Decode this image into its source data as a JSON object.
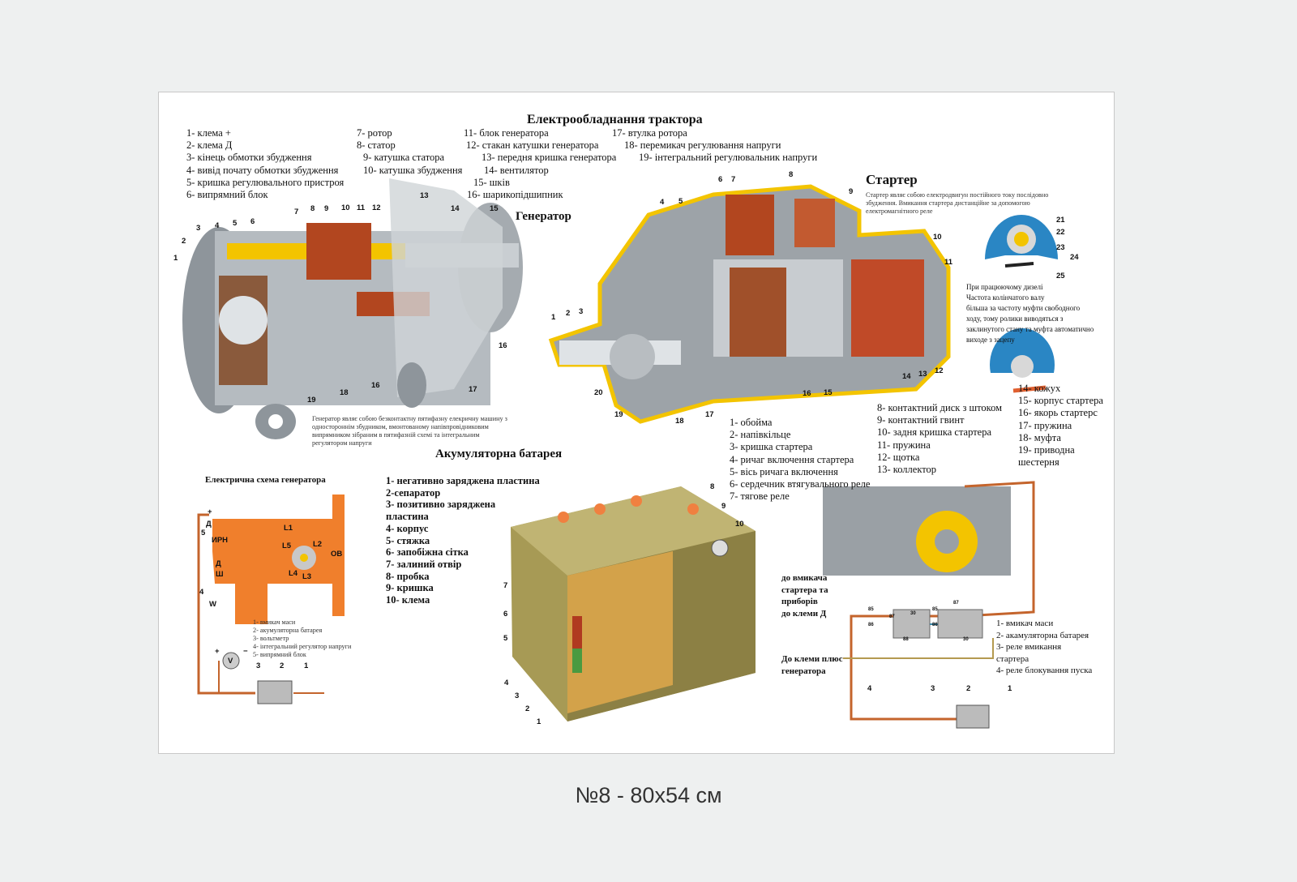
{
  "title": "Електрообладнання трактора",
  "caption": "№8 - 80х54 см",
  "generator": {
    "heading": "Генератор",
    "legend": [
      [
        "1- клема +",
        "2- клема Д",
        "3- кінець обмотки збудження",
        "4- вивід почату обмотки збудження",
        "5- кришка регулювального пристроя",
        "6- випрямний блок"
      ],
      [
        "7- ротор",
        "8- статор",
        "9- катушка статора",
        "10- катушка збудження"
      ],
      [
        "11- блок генератора",
        "12- стакан катушки генератора",
        "13- передня кришка генератора",
        "14- вентилятор",
        "15- шків",
        "16- шарикопідшипник"
      ],
      [
        "17- втулка ротора",
        "18- перемикач регулювання напруги",
        "19- інтегральний регулювальник напруги"
      ]
    ],
    "description": [
      "Генератор являє собою безконтактну пятифазну елекричну машину з",
      "одностороннім збудником, вмонтованому напівпровідниковим",
      "випрямником зібраним в пятифазній схемі та інтегральним",
      "регулятором напруги"
    ],
    "callouts": [
      "1",
      "2",
      "3",
      "4",
      "5",
      "6",
      "7",
      "8",
      "9",
      "10",
      "11",
      "12",
      "13",
      "14",
      "15",
      "16",
      "16",
      "17",
      "18",
      "19"
    ]
  },
  "starter": {
    "heading": "Стартер",
    "description": [
      "Стартер являє собою електродвигун постійного току послідовно",
      "збудження. Вмикання стартера дистанційне за допомогою",
      "електромагнітного реле"
    ],
    "clutch_note": [
      "При працюючому дизелі",
      "Частота колінчатого валу",
      "більша за частоту муфти свободного",
      "ходу, тому ролики виводяться з",
      "заклинутого стану та муфта автоматично",
      "виходе з зацепу"
    ],
    "legend": [
      [
        "1- обойма",
        "2- напівкільце",
        "3- кришка стартера",
        "4- ричаг включення стартера",
        "5- вісь ричага включення",
        "6- сердечник втягувального реле",
        "7- тягове реле"
      ],
      [
        "8- контактний диск з штоком",
        "9- контактний гвинт",
        "10- задня кришка стартера",
        "11- пружина",
        "12- щотка",
        "13- коллектор"
      ],
      [
        "14- кожух",
        "15- корпус стартера",
        "16- якорь стартерс",
        "17- пружина",
        "18- муфта",
        "19- приводна",
        "шестерня"
      ]
    ],
    "callouts": [
      "1",
      "2",
      "3",
      "4",
      "5",
      "6",
      "7",
      "8",
      "9",
      "10",
      "11",
      "12",
      "13",
      "14",
      "15",
      "16",
      "17",
      "18",
      "19",
      "20"
    ],
    "clutch_callouts": [
      "21",
      "22",
      "23",
      "24",
      "25"
    ]
  },
  "battery": {
    "heading": "Акумуляторна батарея",
    "legend": [
      "1- негативно заряджена пластина",
      "2-сепаратор",
      "3- позитивно заряджена",
      " пластина",
      "4- корпус",
      "5- стяжка",
      "6- запобіжна сітка",
      "7- залиний отвір",
      "8- пробка",
      "9- кришка",
      "10- клема"
    ],
    "callouts": [
      "1",
      "2",
      "3",
      "4",
      "5",
      "6",
      "7",
      "8",
      "9",
      "10"
    ]
  },
  "generator_schema": {
    "heading": "Електрична схема генератора",
    "labels": [
      "+",
      "Д",
      "5",
      "ИРН",
      "Д",
      "Ш",
      "4",
      "W",
      "L1",
      "L2",
      "L3",
      "L4",
      "L5",
      "ОВ",
      "V",
      "3",
      "2",
      "1",
      "+",
      "−"
    ],
    "legend": [
      "1- вмикач маси",
      "2- акумуляторна батарея",
      "3- вольтметр",
      "4- інтегральний регулятор напруги",
      "5- випрямний блок"
    ]
  },
  "starter_schema": {
    "label_top": [
      "до вмикача",
      "стартера та",
      "приборів",
      "до клеми Д"
    ],
    "label_bottom": [
      "До клеми плюс",
      "генератора"
    ],
    "legend": [
      "1- вмикач маси",
      "2- акамуляторна батарея",
      "3- реле вмикання",
      "стартера",
      "4- реле блокування пуска"
    ],
    "callouts": [
      "4",
      "3",
      "2",
      "1"
    ],
    "pins": [
      "85",
      "87",
      "30",
      "86",
      "88",
      "85",
      "87",
      "86",
      "30"
    ]
  },
  "colors": {
    "orange": "#f07f2c",
    "yellow": "#f3c400",
    "grey": "#9da3a8",
    "copper": "#b2461f",
    "olive": "#a79a55",
    "background": "#eef0f0"
  }
}
